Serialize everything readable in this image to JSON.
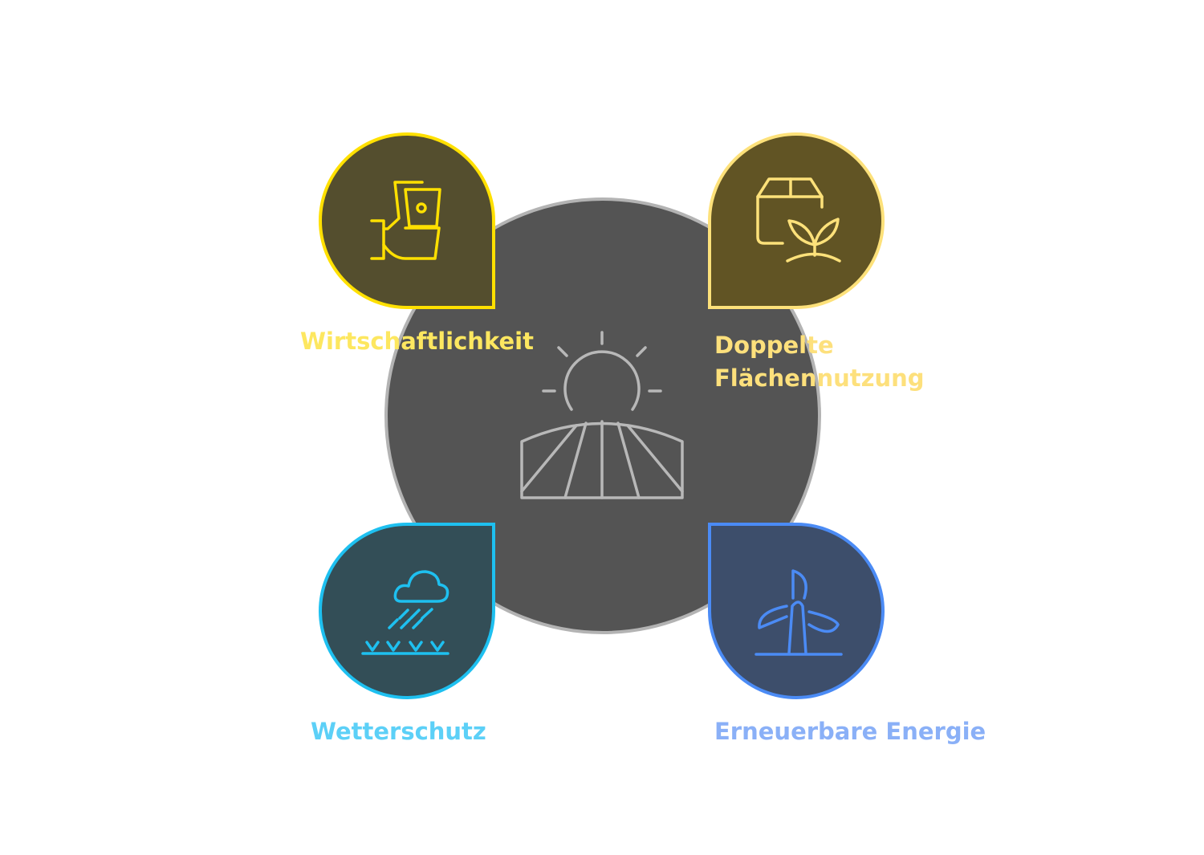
{
  "center": {
    "icon": "solar-field-sun-icon"
  },
  "nodes": [
    {
      "label": "Wirtschaftlichkeit",
      "icon": "hand-money-icon",
      "color": "#ffe000",
      "text_color": "#fde760"
    },
    {
      "label_line1": "Doppelte",
      "label_line2": "Flächennutzung",
      "icon": "box-plant-icon",
      "color": "#fde17a",
      "text_color": "#fde07c"
    },
    {
      "label": "Wetterschutz",
      "icon": "rain-cloud-crops-icon",
      "color": "#1ec0f0",
      "text_color": "#5cd0f7"
    },
    {
      "label": "Erneuerbare Energie",
      "icon": "wind-turbine-icon",
      "color": "#4b8bf5",
      "text_color": "#8ab0f7"
    }
  ]
}
